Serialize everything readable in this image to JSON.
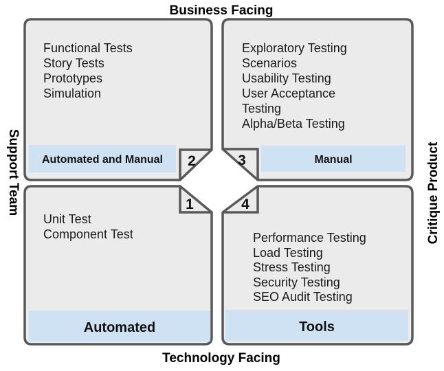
{
  "diagram": "agile-testing-quadrants",
  "axes": {
    "top": "Business Facing",
    "bottom": "Technology Facing",
    "left": "Support Team",
    "right": "Critique Product"
  },
  "colors": {
    "quadrant_fill": "#ebebeb",
    "border": "#595959",
    "mode_bar_blue": "#cfe2f3",
    "text": "#1a1a1a",
    "background": "#ffffff"
  },
  "quadrants": [
    {
      "number": "2",
      "position": "top-left",
      "items": [
        "Functional Tests",
        "Story Tests",
        "Prototypes",
        "Simulation"
      ],
      "mode_label": "Automated and Manual"
    },
    {
      "number": "3",
      "position": "top-right",
      "items": [
        "Exploratory Testing",
        "Scenarios",
        "Usability Testing",
        "User Acceptance",
        "Testing",
        "Alpha/Beta Testing"
      ],
      "mode_label": "Manual"
    },
    {
      "number": "1",
      "position": "bottom-left",
      "items": [
        "Unit Test",
        "Component Test"
      ],
      "mode_label": "Automated"
    },
    {
      "number": "4",
      "position": "bottom-right",
      "items": [
        "Performance Testing",
        "Load Testing",
        "Stress Testing",
        "Security Testing",
        "SEO Audit Testing"
      ],
      "mode_label": "Tools"
    }
  ]
}
